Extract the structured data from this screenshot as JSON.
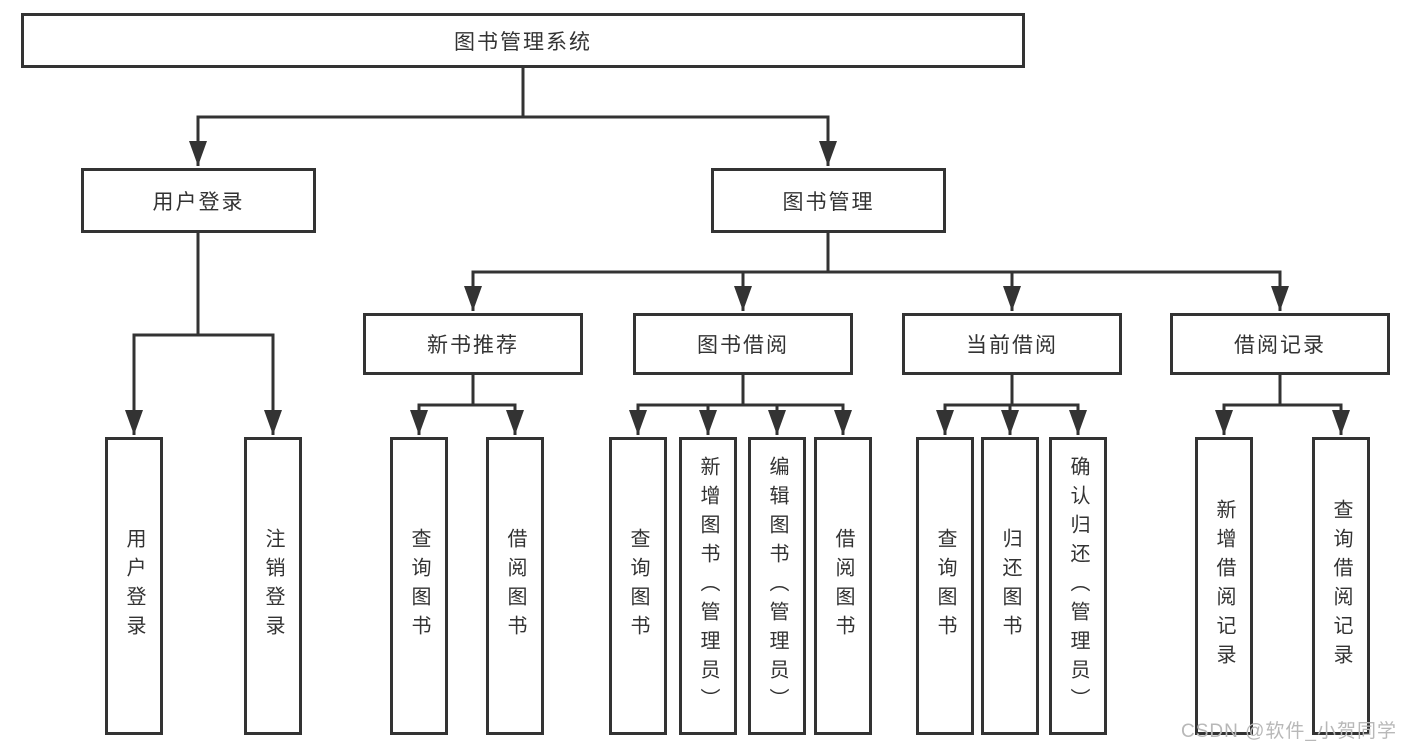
{
  "diagram_title": "图书管理系统",
  "nodes": {
    "root": "图书管理系统",
    "level2": [
      "用户登录",
      "图书管理"
    ],
    "level3": [
      "新书推荐",
      "图书借阅",
      "当前借阅",
      "借阅记录"
    ],
    "leaves": [
      "用户登录",
      "注销登录",
      "查询图书",
      "借阅图书",
      "查询图书",
      "新增图书（管理员）",
      "编辑图书（管理员）",
      "借阅图书",
      "查询图书",
      "归还图书",
      "确认归还（管理员）",
      "新增借阅记录",
      "查询借阅记录"
    ]
  },
  "watermark": "CSDN @软件_小贺同学",
  "colors": {
    "line": "#333333",
    "text": "#333333",
    "box_background": "#ffffff",
    "watermark_text": "#b8b8b8",
    "page_background": "#ffffff"
  }
}
